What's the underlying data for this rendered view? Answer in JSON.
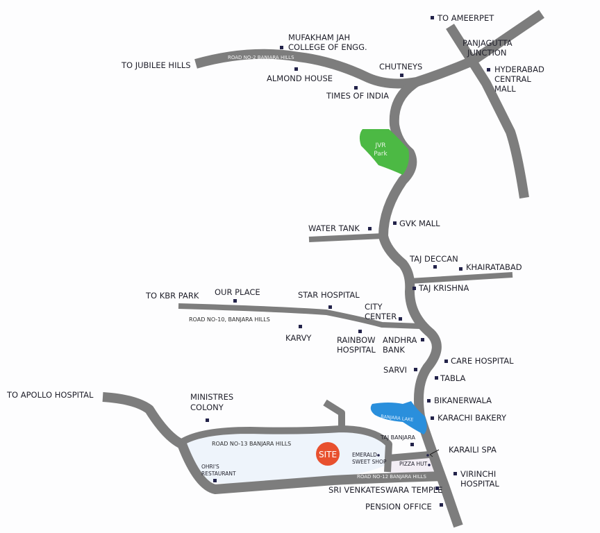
{
  "colors": {
    "background": "#fdfdfe",
    "road": "#7d7d7d",
    "marker": "#23234a",
    "park": "#4cb944",
    "lake": "#2a8fdc",
    "site": "#e8502e",
    "enclosed_area": "#eef4fb"
  },
  "site": {
    "label": "SITE"
  },
  "areas": {
    "park": "JVR Park",
    "lake": "BANJARA LAKE"
  },
  "directions": {
    "jubilee_hills": "TO JUBILEE HILLS",
    "ameerpet": "TO AMEERPET",
    "kbr_park": "TO KBR PARK",
    "apollo": "TO APOLLO HOSPITAL"
  },
  "roads": {
    "road2": "ROAD NO-2 BANJARA HILLS",
    "road10": "ROAD NO-10, BANJARA HILLS",
    "road13": "ROAD NO-13 BANJARA HILLS",
    "road12": "ROAD NO-12 BANJARA HILLS"
  },
  "landmarks": {
    "mufakham_1": "MUFAKHAM JAH",
    "mufakham_2": "COLLEGE OF ENGG.",
    "almond_house": "ALMOND HOUSE",
    "chutneys": "CHUTNEYS",
    "times_of_india": "TIMES OF INDIA",
    "panjagutta_1": "PANJAGUTTA",
    "panjagutta_2": "JUNCTION",
    "hcm_1": "HYDERABAD",
    "hcm_2": "CENTRAL",
    "hcm_3": "MALL",
    "water_tank": "WATER TANK",
    "gvk_mall": "GVK MALL",
    "taj_deccan": "TAJ DECCAN",
    "khairatabad": "KHAIRATABAD",
    "taj_krishna": "TAJ KRISHNA",
    "our_place": "OUR PLACE",
    "star_hospital": "STAR HOSPITAL",
    "city_center_1": "CITY",
    "city_center_2": "CENTER",
    "karvy": "KARVY",
    "rainbow_1": "RAINBOW",
    "rainbow_2": "HOSPITAL",
    "andhra_1": "ANDHRA",
    "andhra_2": "BANK",
    "care_hospital": "CARE HOSPITAL",
    "sarvi": "SARVI",
    "tabla": "TABLA",
    "bikanerwala": "BIKANERWALA",
    "karachi_bakery": "KARACHI BAKERY",
    "ministres_1": "MINISTRES",
    "ministres_2": "COLONY",
    "taj_banjara": "TAJ BANJARA",
    "karaili_spa": "KARAILI SPA",
    "emerald_1": "EMERALD",
    "emerald_2": "SWEET SHOP",
    "pizza_hut": "PIZZA HUT",
    "virinchi_1": "VIRINCHI",
    "virinchi_2": "HOSPITAL",
    "ohris_1": "OHRI'S",
    "ohris_2": "RESTAURANT",
    "sri_venkateswara": "SRI VENKATESWARA TEMPLE",
    "pension_office": "PENSION OFFICE"
  }
}
